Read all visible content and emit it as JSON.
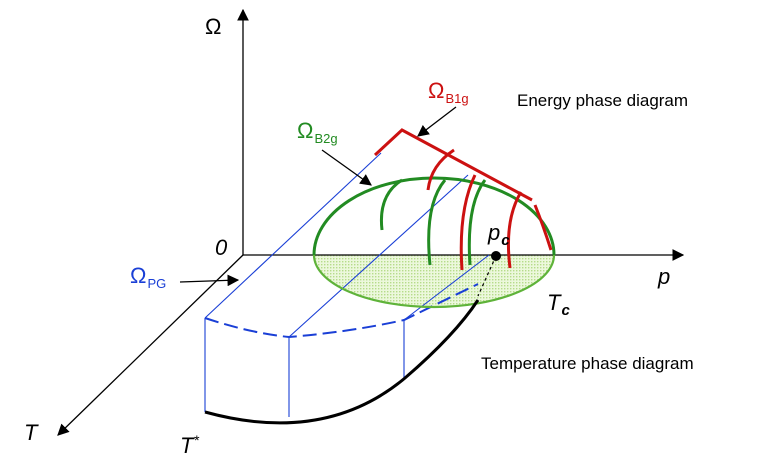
{
  "labels": {
    "omega_axis": "Ω",
    "origin": "0",
    "p_axis": "p",
    "t_axis": "T",
    "t_star_main": "T",
    "t_star_sup": "*",
    "tc_main": "T",
    "tc_sub": "c",
    "pc_main": "p",
    "pc_sub": "c",
    "omega_b1g_main": "Ω",
    "omega_b1g_sub": "B1g",
    "omega_b2g_main": "Ω",
    "omega_b2g_sub": "B2g",
    "omega_pg_main": "Ω",
    "omega_pg_sub": "PG",
    "energy_title": "Energy phase diagram",
    "temperature_title": "Temperature phase diagram"
  },
  "colors": {
    "axis": "#000000",
    "b1g": "#cc1111",
    "b2g": "#228b22",
    "pg": "#1a3fd6",
    "dome_fill": "#dff2c4",
    "temperature_curve": "#000000"
  }
}
